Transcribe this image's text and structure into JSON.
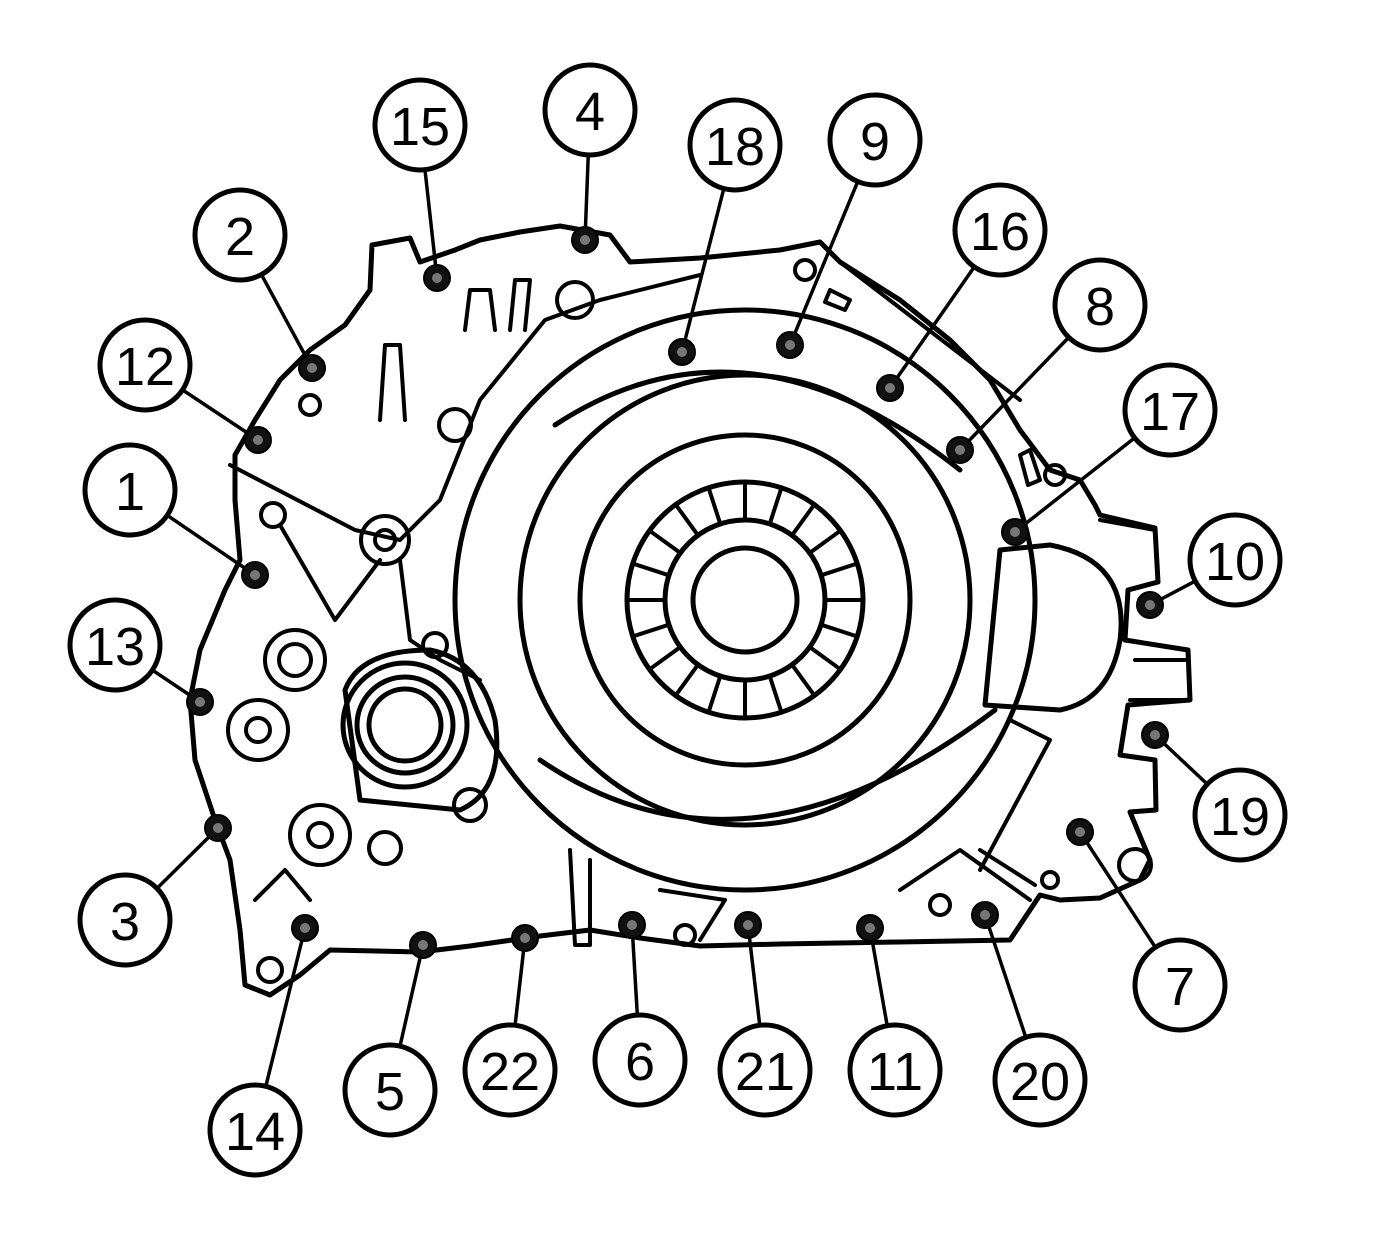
{
  "callouts": [
    {
      "label": "1"
    },
    {
      "label": "2"
    },
    {
      "label": "3"
    },
    {
      "label": "4"
    },
    {
      "label": "5"
    },
    {
      "label": "6"
    },
    {
      "label": "7"
    },
    {
      "label": "8"
    },
    {
      "label": "9"
    },
    {
      "label": "10"
    },
    {
      "label": "11"
    },
    {
      "label": "12"
    },
    {
      "label": "13"
    },
    {
      "label": "14"
    },
    {
      "label": "15"
    },
    {
      "label": "16"
    },
    {
      "label": "17"
    },
    {
      "label": "18"
    },
    {
      "label": "19"
    },
    {
      "label": "20"
    },
    {
      "label": "21"
    },
    {
      "label": "22"
    }
  ]
}
